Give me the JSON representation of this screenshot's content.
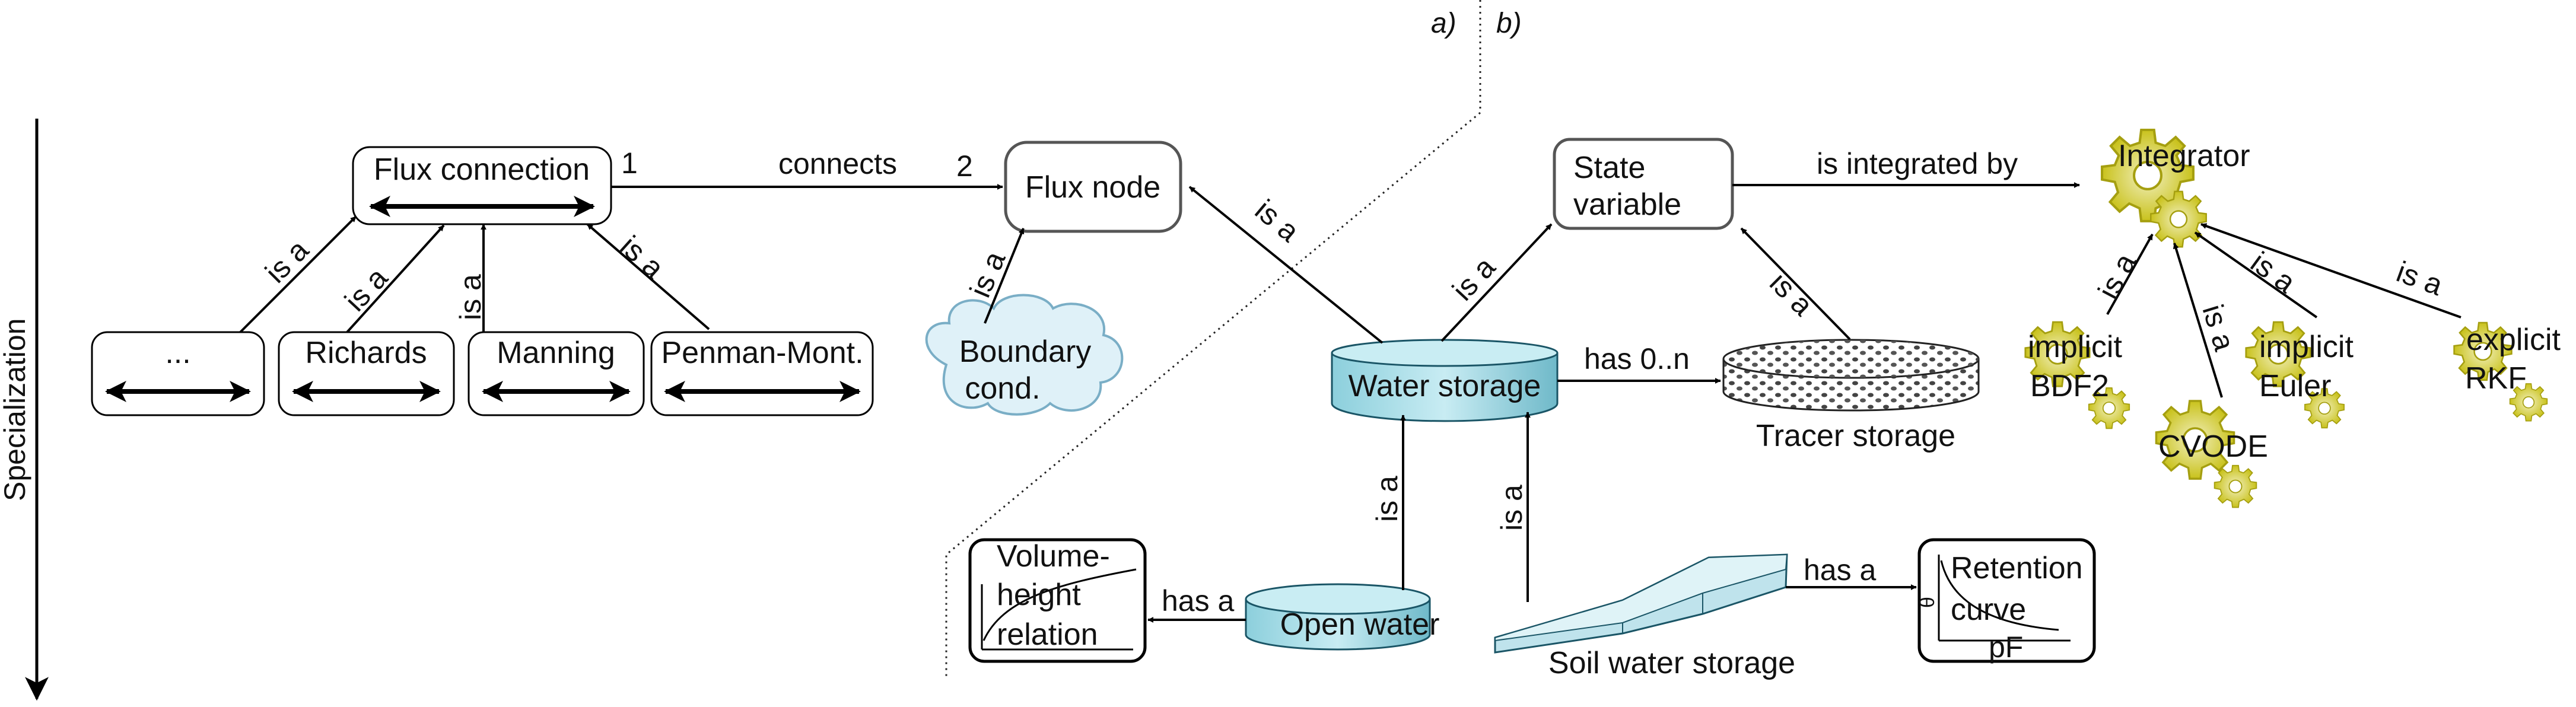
{
  "panels": {
    "a": "a)",
    "b": "b)"
  },
  "axis": {
    "label": "Specialization"
  },
  "nodes": {
    "flux_connection": "Flux connection",
    "flux_node": "Flux node",
    "ellipsis": "...",
    "richards": "Richards",
    "manning": "Manning",
    "penman": "Penman-Mont.",
    "boundary_line1": "Boundary",
    "boundary_line2": "cond.",
    "state_line1": "State",
    "state_line2": "variable",
    "water_storage": "Water storage",
    "tracer_storage": "Tracer storage",
    "open_water": "Open water",
    "soil_water_storage": "Soil water storage",
    "volume_line1": "Volume-",
    "volume_line2": "height",
    "volume_line3": "relation",
    "retention_line1": "Retention",
    "retention_line2": "curve",
    "retention_pf": "pF",
    "retention_theta": "θ",
    "integrator": "Integrator",
    "implicit_bdf2_line1": "implicit",
    "implicit_bdf2_line2": "BDF2",
    "cvode": "CVODE",
    "implicit_euler_line1": "implicit",
    "implicit_euler_line2": "Euler",
    "explicit_rkf_line1": "explicit",
    "explicit_rkf_line2": "RKF"
  },
  "edges": {
    "connects": "connects",
    "mult_1": "1",
    "mult_2": "2",
    "is_a": "is a",
    "is_integrated_by": "is integrated by",
    "has_0n": "has 0..n",
    "has_a": "has a"
  },
  "colors": {
    "storage_fill": "#a9dde8",
    "storage_top": "#c9edf3",
    "gear_fill": "#c8c21e",
    "gear_light": "#e9e6a0",
    "cloud_fill": "#dff1f8"
  }
}
